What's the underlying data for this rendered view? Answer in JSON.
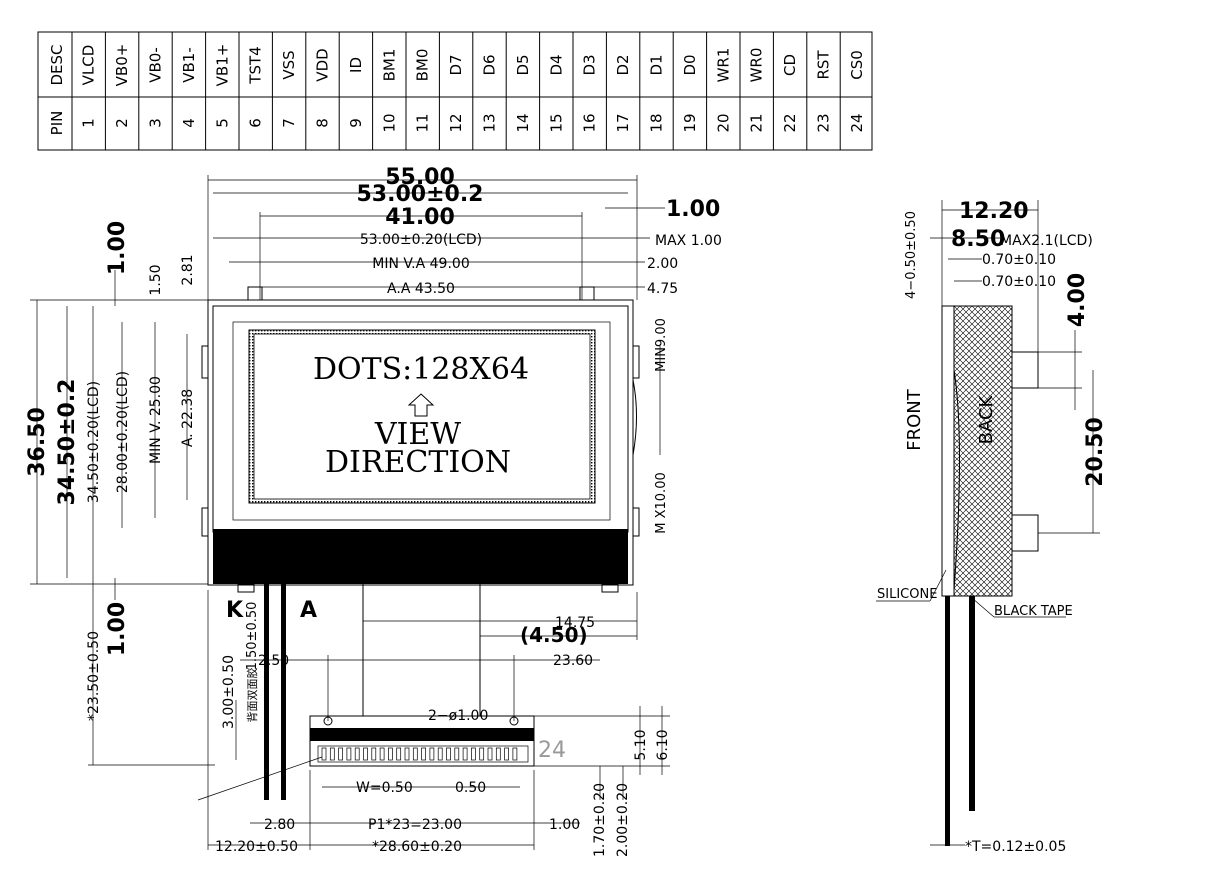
{
  "pin_table": {
    "header_desc": "DESC",
    "header_pin": "PIN",
    "pins": [
      {
        "desc": "VLCD",
        "pin": "1"
      },
      {
        "desc": "VB0+",
        "pin": "2"
      },
      {
        "desc": "VB0-",
        "pin": "3"
      },
      {
        "desc": "VB1-",
        "pin": "4"
      },
      {
        "desc": "VB1+",
        "pin": "5"
      },
      {
        "desc": "TST4",
        "pin": "6"
      },
      {
        "desc": "VSS",
        "pin": "7"
      },
      {
        "desc": "VDD",
        "pin": "8"
      },
      {
        "desc": "ID",
        "pin": "9"
      },
      {
        "desc": "BM1",
        "pin": "10"
      },
      {
        "desc": "BM0",
        "pin": "11"
      },
      {
        "desc": "D7",
        "pin": "12"
      },
      {
        "desc": "D6",
        "pin": "13"
      },
      {
        "desc": "D5",
        "pin": "14"
      },
      {
        "desc": "D4",
        "pin": "15"
      },
      {
        "desc": "D3",
        "pin": "16"
      },
      {
        "desc": "D2",
        "pin": "17"
      },
      {
        "desc": "D1",
        "pin": "18"
      },
      {
        "desc": "D0",
        "pin": "19"
      },
      {
        "desc": "WR1",
        "pin": "20"
      },
      {
        "desc": "WR0",
        "pin": "21"
      },
      {
        "desc": "CD",
        "pin": "22"
      },
      {
        "desc": "RST",
        "pin": "23"
      },
      {
        "desc": "CS0",
        "pin": "24"
      }
    ]
  },
  "front_view": {
    "dim_width_total": "55.00",
    "dim_width_outline": "53.00±0.2",
    "dim_width_41": "41.00",
    "dim_right_1": "1.00",
    "dim_lcd_width": "53.00±0.20(LCD)",
    "dim_max": "MAX  1.00",
    "dim_view_area": "MIN V.A  49.00",
    "dim_2": "2.00",
    "dim_active_area": "A.A  43.50",
    "dim_475": "4.75",
    "dim_height_total": "36.50",
    "dim_height_outline": "34.50±0.2",
    "dim_height_lcd": "34.50±0.20(LCD)",
    "dim_height_lcd2": "28.00±0.20(LCD)",
    "dim_min_v": "MIN  V.   25.00",
    "dim_aa_h": "A.   22.38",
    "dim_150": "1.50",
    "dim_281": "2.81",
    "dim_top_1": "1.00",
    "dim_bottom_1": "1.00",
    "dim_2350": "*23.50±0.50",
    "dim_min9": "MIN9.00",
    "dim_max10": "M X10.00",
    "lcd_text_dots": "DOTS:128X64",
    "lcd_text_view": "VIEW",
    "lcd_text_direction": "DIRECTION",
    "label_k": "K",
    "label_a": "A",
    "dim_1475": "14.75",
    "dim_450": "(4.50)",
    "dim_250": "2.50",
    "dim_2360": "23.60",
    "dim_hole": "2−ø1.00",
    "dim_pin24": "24",
    "dim_510": "5.10",
    "dim_610": "6.10",
    "dim_w": "W=0.50",
    "dim_050": "0.50",
    "dim_280": "2.80",
    "dim_pitch": "P1*23=23.00",
    "dim_100b": "1.00",
    "dim_1220": "12.20±0.50",
    "dim_2860": "*28.60±0.20",
    "dim_170": "1.70±0.20",
    "dim_200": "2.00±0.20",
    "dim_300": "3.00±0.50",
    "dim_150b": "1.50±0.50",
    "dim_cn_note": "背面双面胶"
  },
  "side_view": {
    "dim_thickness": "12.20",
    "dim_lcd_thick": "8.50",
    "dim_lcd_note": "MAX2.1(LCD)",
    "dim_070a": "0.70±0.10",
    "dim_070b": "0.70±0.10",
    "dim_4050": "4−0.50±0.50",
    "dim_400": "4.00",
    "dim_2050": "20.50",
    "label_front": "FRONT",
    "label_back": "BACK",
    "label_silicone": "SILICONE",
    "label_tape": "BLACK TAPE",
    "dim_t": "*T=0.12±0.05"
  }
}
